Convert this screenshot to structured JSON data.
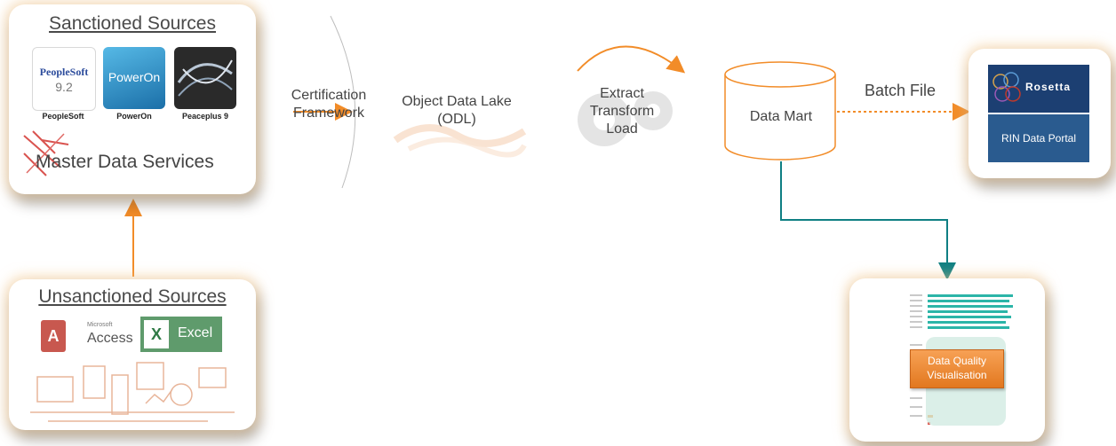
{
  "sanctioned": {
    "title": "Sanctioned Sources",
    "logos": [
      {
        "name": "PeopleSoft",
        "logo_text": "PeopleSoft",
        "version": "9.2"
      },
      {
        "name": "PowerOn",
        "logo_text": "PowerOn"
      },
      {
        "name": "Peaceplus 9"
      }
    ],
    "mds_label": "Master Data Services"
  },
  "unsanctioned": {
    "title": "Unsanctioned Sources",
    "access_small": "Microsoft",
    "access_label": "Access",
    "excel_label": "Excel"
  },
  "flow": {
    "certification": "Certification Framework",
    "odl": "Object Data Lake (ODL)",
    "etl": [
      "Extract",
      "Transform",
      "Load"
    ],
    "data_mart": "Data Mart",
    "batch_file": "Batch File"
  },
  "rosetta": {
    "brand": "Rosetta",
    "portal": "RIN Data Portal"
  },
  "dq": {
    "label": "Data Quality Visualisation"
  },
  "colors": {
    "accent_orange": "#f28c28",
    "teal": "#0f7f83",
    "rosetta_blue": "#1c3f72"
  }
}
